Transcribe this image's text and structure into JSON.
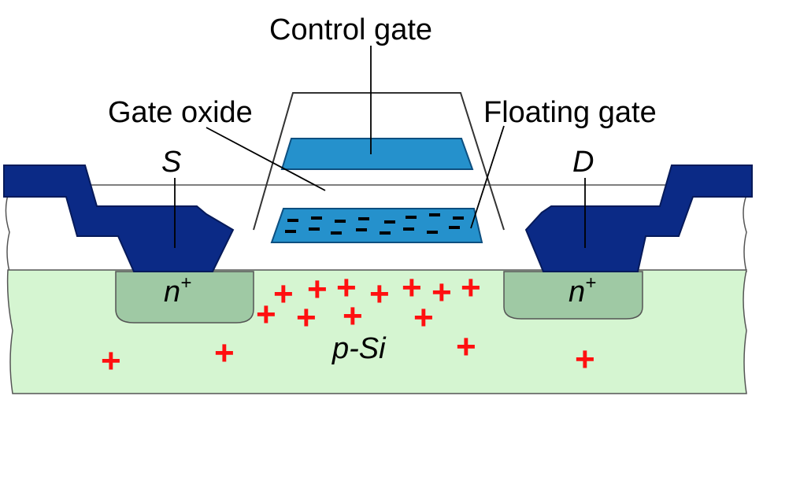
{
  "labels": {
    "control_gate": "Control gate",
    "gate_oxide": "Gate oxide",
    "floating_gate": "Floating gate",
    "source": "S",
    "drain": "D",
    "n_plus_base": "n",
    "n_plus_sup": "+",
    "substrate": "p-Si"
  },
  "charge_symbols": {
    "hole": "+",
    "electron": "-"
  },
  "colors": {
    "substrate": "#d5f5d1",
    "n_region": "#9fc9a4",
    "metal_contact": "#0b2a86",
    "control_gate": "#2591cc",
    "floating_gate": "#2591cc",
    "holes": "#ff1010",
    "electrons": "#000000",
    "outline": "#333333"
  }
}
